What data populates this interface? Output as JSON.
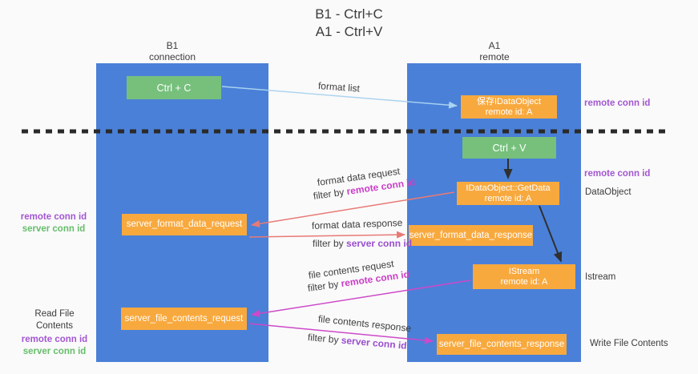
{
  "title": {
    "line1": "B1 - Ctrl+C",
    "line2": "A1 - Ctrl+V"
  },
  "lanes": {
    "left": {
      "title": "B1",
      "subtitle": "connection"
    },
    "right": {
      "title": "A1",
      "subtitle": "remote"
    }
  },
  "boxes": {
    "ctrl_c": {
      "label": "Ctrl + C"
    },
    "ctrl_v": {
      "label": "Ctrl + V"
    },
    "save_dataobject": {
      "line1": "保存IDataObject",
      "line2": "remote id: A"
    },
    "getdata": {
      "line1": "IDataObject::GetData",
      "line2": "remote id: A"
    },
    "istream": {
      "line1": "IStream",
      "line2": "remote id: A"
    },
    "format_request": {
      "label": "server_format_data_request"
    },
    "format_response": {
      "label": "server_format_data_response"
    },
    "file_request": {
      "label": "server_file_contents_request"
    },
    "file_response": {
      "label": "server_file_contents_response"
    }
  },
  "arrows": {
    "format_list": {
      "label": "format list"
    },
    "format_data_request": {
      "label": "format data request",
      "filter_prefix": "filter by ",
      "filter_key": "remote conn id"
    },
    "format_data_response": {
      "label": "format data response",
      "filter_prefix": "filter by ",
      "filter_key": "server conn id"
    },
    "file_contents_request": {
      "label": "file contents request",
      "filter_prefix": "filter by ",
      "filter_key": "remote conn id"
    },
    "file_contents_response": {
      "label": "file contents response",
      "filter_prefix": "filter by ",
      "filter_key": "server conn id"
    }
  },
  "annotations": {
    "right_top_remote_conn_id": "remote conn id",
    "right_mid_remote_conn_id": "remote conn id",
    "right_dataobject": "DataObject",
    "right_istream": "Istream",
    "right_write_file_contents": "Write File Contents",
    "left_read_file_contents": "Read File Contents",
    "left_mid_remote_conn_id": "remote conn id",
    "left_mid_server_conn_id": "server conn id",
    "left_bottom_remote_conn_id": "remote conn id",
    "left_bottom_server_conn_id": "server conn id"
  },
  "colors": {
    "lane_blue": "#4a80d8",
    "box_green": "#76c07c",
    "box_orange": "#f8a93e",
    "arrow_light_blue": "#a9d3f0",
    "arrow_red": "#e87a76",
    "arrow_magenta": "#cd49c9",
    "arrow_black": "#303030",
    "text_purple": "#a356d2",
    "text_magenta": "#cb3ec8",
    "text_green": "#67bd6c",
    "background": "#fafafa"
  }
}
